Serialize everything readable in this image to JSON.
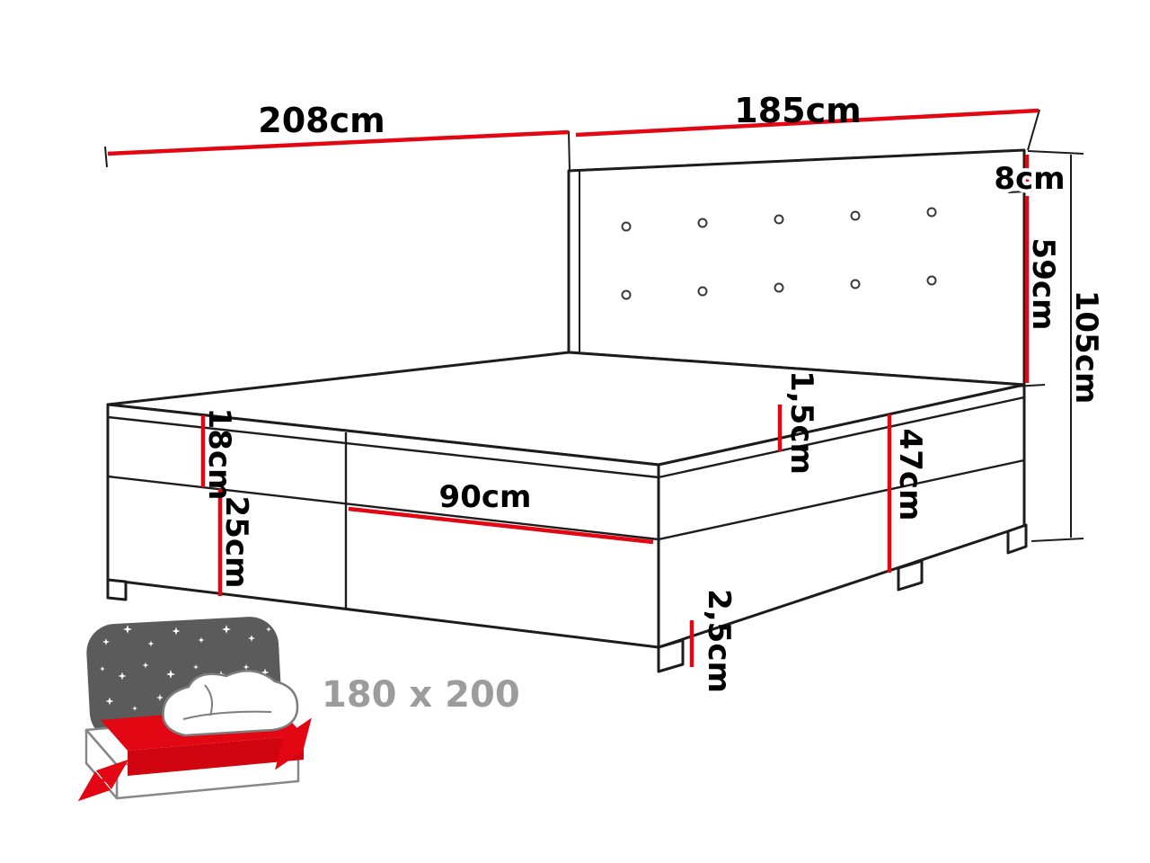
{
  "diagram": {
    "labels": {
      "length": "208cm",
      "width": "185cm",
      "headboard_top": "8cm",
      "headboard_height": "59cm",
      "total_height": "105cm",
      "mattress_height": "18cm",
      "base_height": "25cm",
      "drawer_width": "90cm",
      "topper_height": "1,5cm",
      "side_height": "47cm",
      "feet_height": "2,5cm"
    },
    "icon_caption": "180 x 200",
    "colors": {
      "dimension_red": "#e30613",
      "outline_black": "#1c1c1c",
      "caption_gray": "#9c9c9c",
      "headboard_dark": "#5b5b5b"
    }
  }
}
